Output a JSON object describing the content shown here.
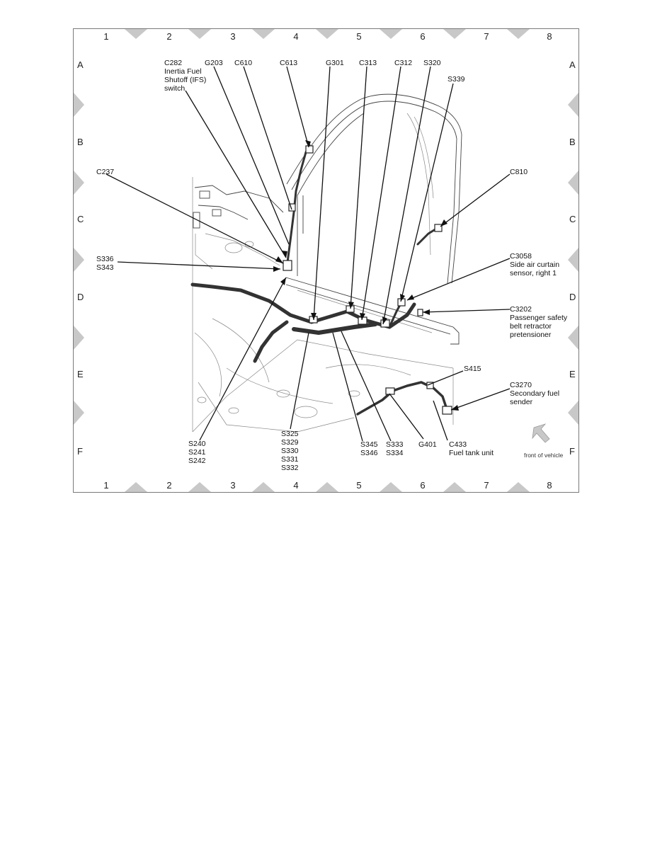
{
  "grid": {
    "columns": [
      "1",
      "2",
      "3",
      "4",
      "5",
      "6",
      "7",
      "8"
    ],
    "rows": [
      "A",
      "B",
      "C",
      "D",
      "E",
      "F"
    ]
  },
  "callouts": {
    "c282": [
      "C282",
      "Inertia Fuel",
      "Shutoff (IFS)",
      "switch"
    ],
    "g203": "G203",
    "c610": "C610",
    "c613": "C613",
    "g301": "G301",
    "c313": "C313",
    "c312": "C312",
    "s320": "S320",
    "s339": "S339",
    "c237": "C237",
    "c810": "C810",
    "s336": [
      "S336",
      "S343"
    ],
    "c3058": [
      "C3058",
      "Side air curtain",
      "sensor, right 1"
    ],
    "c3202": [
      "C3202",
      "Passenger safety",
      "belt retractor",
      "pretensioner"
    ],
    "s415": "S415",
    "c3270": [
      "C3270",
      "Secondary fuel",
      "sender"
    ],
    "s240": [
      "S240",
      "S241",
      "S242"
    ],
    "s325": [
      "S325",
      "S329",
      "S330",
      "S331",
      "S332"
    ],
    "s345": [
      "S345",
      "S346"
    ],
    "s333": [
      "S333",
      "S334"
    ],
    "g401": "G401",
    "c433": [
      "C433",
      "Fuel tank unit"
    ]
  },
  "orientation": {
    "label": "front of vehicle",
    "icon": "arrow-icon"
  },
  "colors": {
    "border": "#7a7a7a",
    "marker": "#c8c8c8",
    "ink": "#111111"
  }
}
